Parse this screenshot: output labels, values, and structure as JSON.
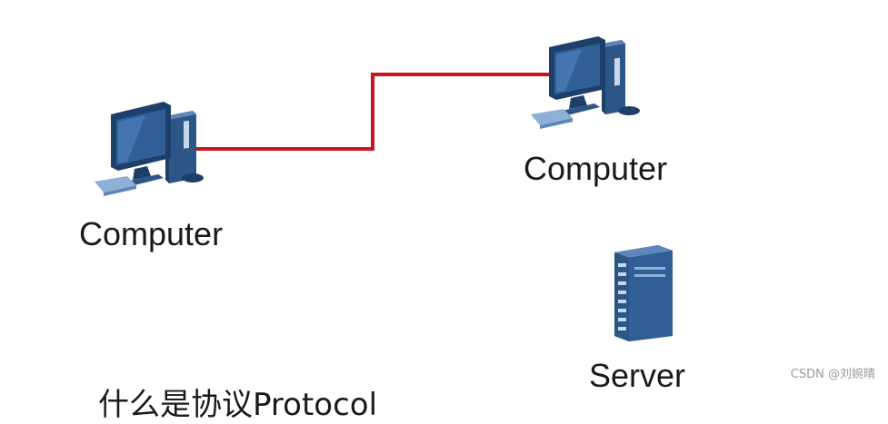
{
  "diagram": {
    "nodes": [
      {
        "id": "computer-left",
        "type": "computer",
        "label": "Computer"
      },
      {
        "id": "computer-right",
        "type": "computer",
        "label": "Computer"
      },
      {
        "id": "server",
        "type": "server",
        "label": "Server"
      }
    ],
    "links": [
      {
        "from": "computer-left",
        "to": "computer-right",
        "color": "#c8141e"
      }
    ],
    "partial_caption": "什么是协议Protocol",
    "watermark": "CSDN @刘婉晴"
  },
  "colors": {
    "link": "#c8141e",
    "device_dark": "#1f3f6b",
    "device_mid": "#2f5f96",
    "device_light": "#8fb0d6"
  }
}
